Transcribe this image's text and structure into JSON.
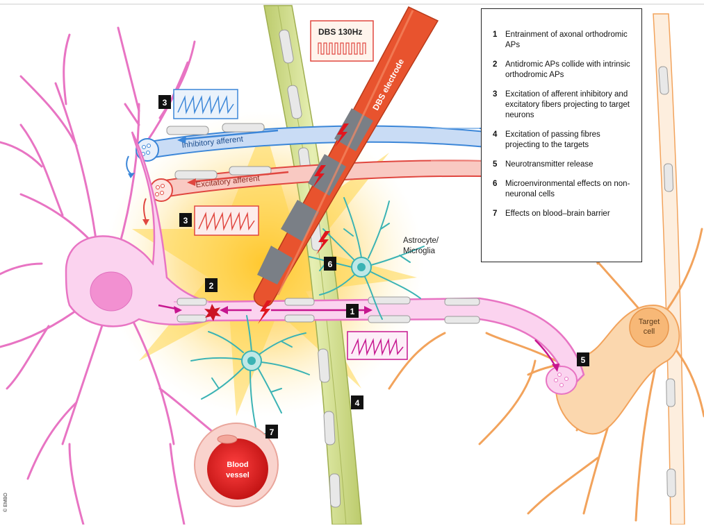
{
  "labels": {
    "dbs_frequency": "DBS 130Hz",
    "dbs_electrode": "DBS electrode",
    "inhibitory_afferent": "Inhibitory afferent",
    "excitatory_afferent": "Excitatory afferent",
    "astrocyte_microglia": "Astrocyte/ Microglia",
    "target_cell": "Target cell",
    "blood_vessel": "Blood vessel",
    "copyright": "© EMBO"
  },
  "markers": [
    "1",
    "2",
    "3",
    "3",
    "4",
    "5",
    "6",
    "7"
  ],
  "legend": [
    {
      "num": "1",
      "text": "Entrainment of axonal orthodromic APs"
    },
    {
      "num": "2",
      "text": "Antidromic APs collide with intrinsic orthodromic APs"
    },
    {
      "num": "3",
      "text": "Excitation of afferent inhibitory and excitatory fibers projecting to target neurons"
    },
    {
      "num": "4",
      "text": "Excitation of passing fibres projecting to the targets"
    },
    {
      "num": "5",
      "text": "Neurotransmitter release"
    },
    {
      "num": "6",
      "text": "Microenvironmental effects on non-neuronal cells"
    },
    {
      "num": "7",
      "text": "Effects on blood–brain barrier"
    }
  ],
  "colors": {
    "neuron": "#e874c3",
    "inhibitory": "#3b86d8",
    "excitatory": "#e0463f",
    "electrode_red": "#e8532e",
    "electrode_gray": "#7a7f86",
    "passing_fibre": "#cfdc8a",
    "target_neuron": "#f2a35c",
    "astrocyte": "#3bb3b4",
    "glow": "#ffc53a",
    "blood": "#d92020"
  }
}
